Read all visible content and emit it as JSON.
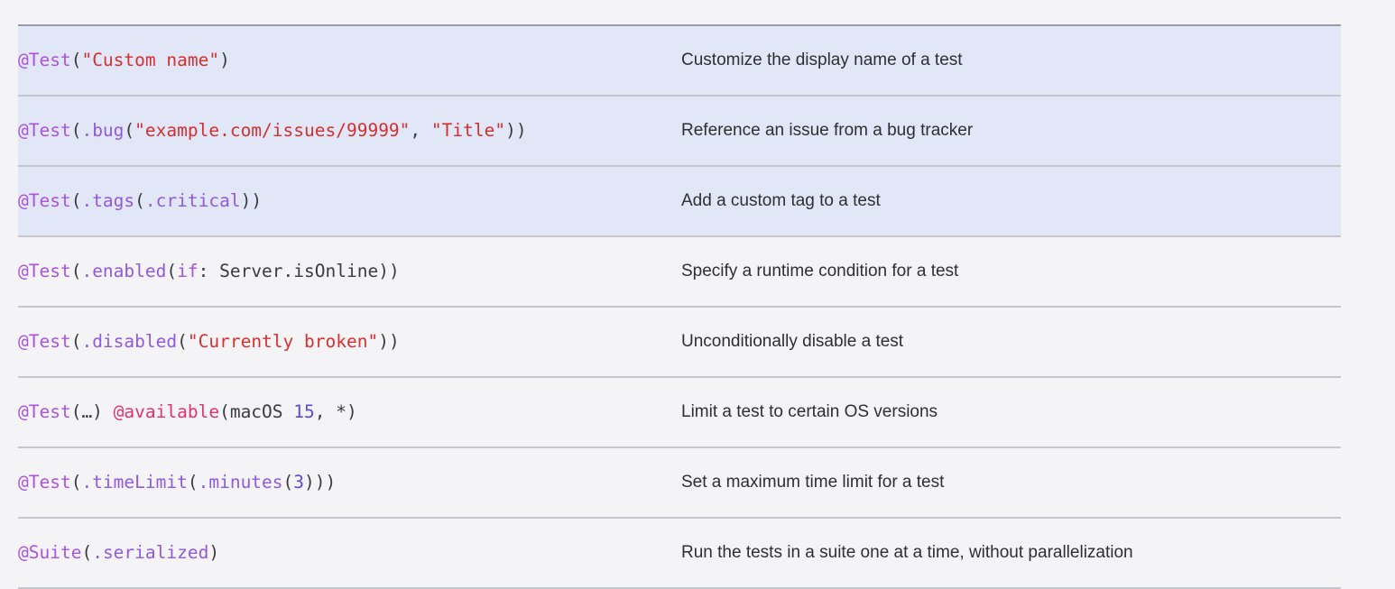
{
  "page": {
    "background_color": "#f4f4f6",
    "highlight_color": "#e1e7f7",
    "divider_color": "#c6c6cd",
    "top_rule_color": "#9b9ba3"
  },
  "palette": {
    "attribute": "#aa54dd",
    "available_attribute": "#e0336b",
    "member": "#9159dc",
    "string": "#d52f30",
    "number": "#5a4ae2",
    "keyword": "#a054de",
    "plain": "#3b3b40"
  },
  "table": {
    "rows": [
      {
        "highlighted": true,
        "code_plain": "@Test(\"Custom name\")",
        "tokens": [
          {
            "t": "@Test",
            "k": "attr"
          },
          {
            "t": "(",
            "k": "punct"
          },
          {
            "t": "\"Custom name\"",
            "k": "string"
          },
          {
            "t": ")",
            "k": "punct"
          }
        ],
        "description": "Customize the display name of a test"
      },
      {
        "highlighted": true,
        "code_plain": "@Test(.bug(\"example.com/issues/99999\", \"Title\"))",
        "tokens": [
          {
            "t": "@Test",
            "k": "attr"
          },
          {
            "t": "(",
            "k": "punct"
          },
          {
            "t": ".bug",
            "k": "member"
          },
          {
            "t": "(",
            "k": "punct"
          },
          {
            "t": "\"example.com/issues/99999\"",
            "k": "string"
          },
          {
            "t": ", ",
            "k": "punct"
          },
          {
            "t": "\"Title\"",
            "k": "string"
          },
          {
            "t": "))",
            "k": "punct"
          }
        ],
        "description": "Reference an issue from a bug tracker"
      },
      {
        "highlighted": true,
        "code_plain": "@Test(.tags(.critical))",
        "tokens": [
          {
            "t": "@Test",
            "k": "attr"
          },
          {
            "t": "(",
            "k": "punct"
          },
          {
            "t": ".tags",
            "k": "member"
          },
          {
            "t": "(",
            "k": "punct"
          },
          {
            "t": ".critical",
            "k": "member"
          },
          {
            "t": "))",
            "k": "punct"
          }
        ],
        "description": "Add a custom tag to a test"
      },
      {
        "highlighted": false,
        "code_plain": "@Test(.enabled(if: Server.isOnline))",
        "tokens": [
          {
            "t": "@Test",
            "k": "attr"
          },
          {
            "t": "(",
            "k": "punct"
          },
          {
            "t": ".enabled",
            "k": "member"
          },
          {
            "t": "(",
            "k": "punct"
          },
          {
            "t": "if",
            "k": "kw"
          },
          {
            "t": ": ",
            "k": "punct"
          },
          {
            "t": "Server.isOnline",
            "k": "plain"
          },
          {
            "t": "))",
            "k": "punct"
          }
        ],
        "description": "Specify a runtime condition for a test"
      },
      {
        "highlighted": false,
        "code_plain": "@Test(.disabled(\"Currently broken\"))",
        "tokens": [
          {
            "t": "@Test",
            "k": "attr"
          },
          {
            "t": "(",
            "k": "punct"
          },
          {
            "t": ".disabled",
            "k": "member"
          },
          {
            "t": "(",
            "k": "punct"
          },
          {
            "t": "\"Currently broken\"",
            "k": "string"
          },
          {
            "t": "))",
            "k": "punct"
          }
        ],
        "description": "Unconditionally disable a test"
      },
      {
        "highlighted": false,
        "code_plain": "@Test(…) @available(macOS 15, *)",
        "tokens": [
          {
            "t": "@Test",
            "k": "attr"
          },
          {
            "t": "(…) ",
            "k": "punct"
          },
          {
            "t": "@available",
            "k": "avail"
          },
          {
            "t": "(",
            "k": "punct"
          },
          {
            "t": "macOS ",
            "k": "plain"
          },
          {
            "t": "15",
            "k": "number"
          },
          {
            "t": ", ",
            "k": "punct"
          },
          {
            "t": "*",
            "k": "plain"
          },
          {
            "t": ")",
            "k": "punct"
          }
        ],
        "description": "Limit a test to certain OS versions"
      },
      {
        "highlighted": false,
        "code_plain": "@Test(.timeLimit(.minutes(3)))",
        "tokens": [
          {
            "t": "@Test",
            "k": "attr"
          },
          {
            "t": "(",
            "k": "punct"
          },
          {
            "t": ".timeLimit",
            "k": "member"
          },
          {
            "t": "(",
            "k": "punct"
          },
          {
            "t": ".minutes",
            "k": "member"
          },
          {
            "t": "(",
            "k": "punct"
          },
          {
            "t": "3",
            "k": "number"
          },
          {
            "t": ")))",
            "k": "punct"
          }
        ],
        "description": "Set a maximum time limit for a test"
      },
      {
        "highlighted": false,
        "code_plain": "@Suite(.serialized)",
        "tokens": [
          {
            "t": "@Suite",
            "k": "attr"
          },
          {
            "t": "(",
            "k": "punct"
          },
          {
            "t": ".serialized",
            "k": "member"
          },
          {
            "t": ")",
            "k": "punct"
          }
        ],
        "description": "Run the tests in a suite one at a time, without parallelization"
      }
    ]
  }
}
